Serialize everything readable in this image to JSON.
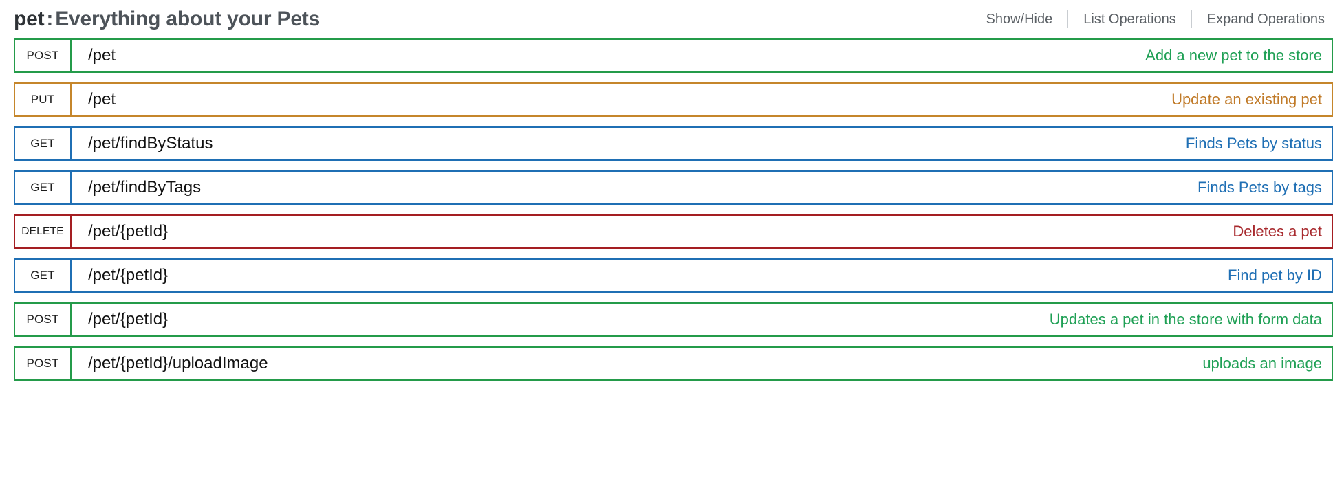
{
  "header": {
    "tag_name": "pet",
    "separator": ":",
    "tag_description": "Everything about your Pets",
    "links": [
      {
        "label": "Show/Hide",
        "name": "show-hide-link"
      },
      {
        "label": "List Operations",
        "name": "list-operations-link"
      },
      {
        "label": "Expand Operations",
        "name": "expand-operations-link"
      }
    ]
  },
  "colors": {
    "post": "#249b4a",
    "put": "#c5862b",
    "get": "#1f6fb4",
    "delete": "#a41e22",
    "title": "#2e3236",
    "link": "#5b6065"
  },
  "operations": [
    {
      "method": "POST",
      "path": "/pet",
      "description": "Add a new pet to the store"
    },
    {
      "method": "PUT",
      "path": "/pet",
      "description": "Update an existing pet"
    },
    {
      "method": "GET",
      "path": "/pet/findByStatus",
      "description": "Finds Pets by status"
    },
    {
      "method": "GET",
      "path": "/pet/findByTags",
      "description": "Finds Pets by tags"
    },
    {
      "method": "DELETE",
      "path": "/pet/{petId}",
      "description": "Deletes a pet"
    },
    {
      "method": "GET",
      "path": "/pet/{petId}",
      "description": "Find pet by ID"
    },
    {
      "method": "POST",
      "path": "/pet/{petId}",
      "description": "Updates a pet in the store with form data"
    },
    {
      "method": "POST",
      "path": "/pet/{petId}/uploadImage",
      "description": "uploads an image"
    }
  ]
}
